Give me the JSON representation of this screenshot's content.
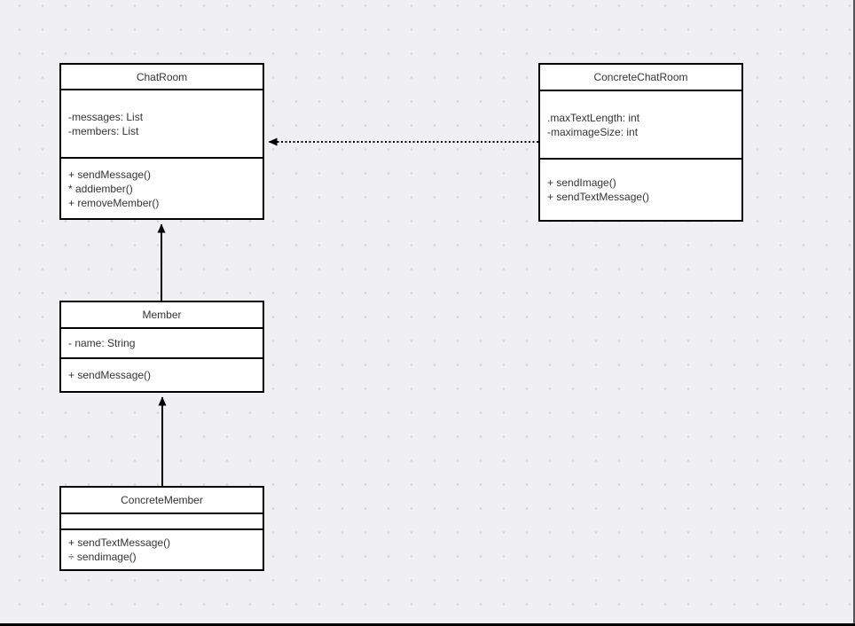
{
  "canvas": {
    "background_color": "#f0f0f2",
    "grid_dot_color": "#d6d6d8",
    "shape_border_color": "#000000",
    "shape_fill_color": "#ffffff",
    "text_color": "#333333"
  },
  "classes": [
    {
      "title": "ChatRoom",
      "attributes": [
        "-messages: List",
        "-members: List"
      ],
      "methods": [
        "+ sendMessage()",
        "* addiember()",
        "+ removeMember()"
      ]
    },
    {
      "title": "ConcreteChatRoom",
      "attributes": [
        ".maxTextLength: int",
        "-maximageSize: int"
      ],
      "methods": [
        "+ sendImage()",
        "+ sendTextMessage()"
      ]
    },
    {
      "title": "Member",
      "attributes": [
        "- name: String"
      ],
      "methods": [
        "+ sendMessage()"
      ]
    },
    {
      "title": "ConcreteMember",
      "attributes": [],
      "methods": [
        "+ sendTextMessage()",
        "÷ sendimage()"
      ]
    }
  ],
  "relationships": [
    {
      "from": "ConcreteChatRoom",
      "to": "ChatRoom",
      "line_style": "dotted",
      "arrowhead": "filled-triangle"
    },
    {
      "from": "Member",
      "to": "ChatRoom",
      "line_style": "solid",
      "arrowhead": "filled-triangle"
    },
    {
      "from": "ConcreteMember",
      "to": "Member",
      "line_style": "solid",
      "arrowhead": "filled-triangle"
    }
  ]
}
